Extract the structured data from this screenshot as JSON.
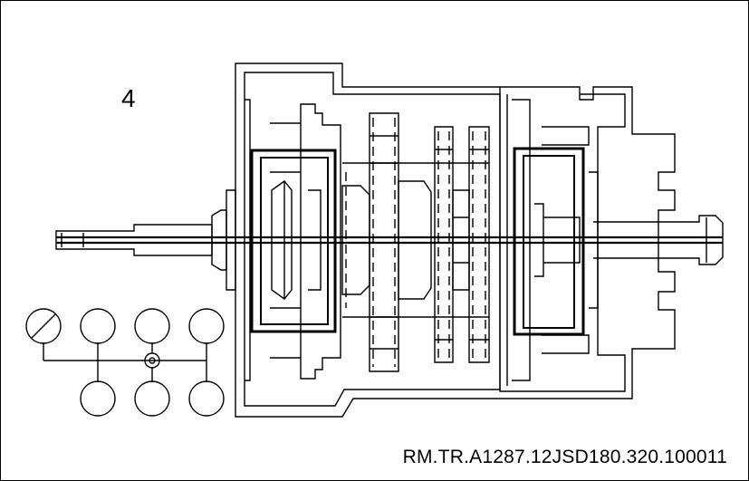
{
  "figure": {
    "step_number": "4",
    "reference_code": "RM.TR.A1287.12JSD180.320.100011"
  },
  "colors": {
    "line": "#000000",
    "background": "#ffffff"
  },
  "shift_pattern": {
    "positions": 7,
    "active_position": 1,
    "active_marker": "slash",
    "neutral_marker": "dot-in-circle"
  }
}
